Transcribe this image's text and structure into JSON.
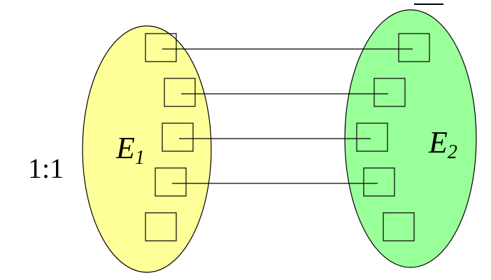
{
  "diagram": {
    "relationship_label": "1:1",
    "left_entity": {
      "name": "E",
      "subscript": "1",
      "fill_color": "#ffff99"
    },
    "right_entity": {
      "name": "E",
      "subscript": "2",
      "fill_color": "#99ff99"
    },
    "left_element_count": 5,
    "right_element_count": 5,
    "mapping": [
      {
        "from": 1,
        "to": 1
      },
      {
        "from": 2,
        "to": 2
      },
      {
        "from": 3,
        "to": 3
      },
      {
        "from": 4,
        "to": 4
      }
    ]
  }
}
